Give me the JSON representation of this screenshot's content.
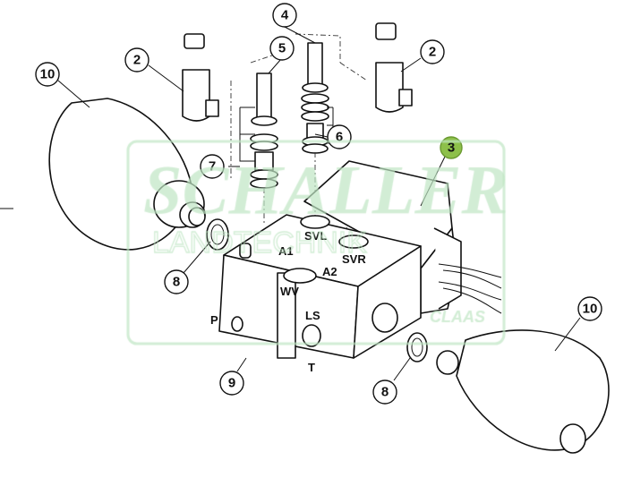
{
  "diagram": {
    "callouts": [
      {
        "id": "accumulator-left",
        "label": "10"
      },
      {
        "id": "solenoid-left",
        "label": "2"
      },
      {
        "id": "valve-spool-5",
        "label": "5"
      },
      {
        "id": "valve-spool-4",
        "label": "4"
      },
      {
        "id": "solenoid-right",
        "label": "2"
      },
      {
        "id": "seal-kit-6",
        "label": "6"
      },
      {
        "id": "valve-block",
        "label": "3",
        "highlight": "#8dc04a"
      },
      {
        "id": "seal-kit-7",
        "label": "7"
      },
      {
        "id": "o-ring-left",
        "label": "8"
      },
      {
        "id": "manifold",
        "label": "9"
      },
      {
        "id": "o-ring-right",
        "label": "8"
      },
      {
        "id": "accumulator-right",
        "label": "10"
      }
    ],
    "ports": [
      "SVL",
      "SVR",
      "A1",
      "A2",
      "WV",
      "LS",
      "P",
      "T"
    ],
    "watermark": {
      "brand": "SCHALLER",
      "subtitle": "LANDTECHNIK",
      "partner": "CLAAS",
      "color": "#bfe6c3"
    }
  }
}
